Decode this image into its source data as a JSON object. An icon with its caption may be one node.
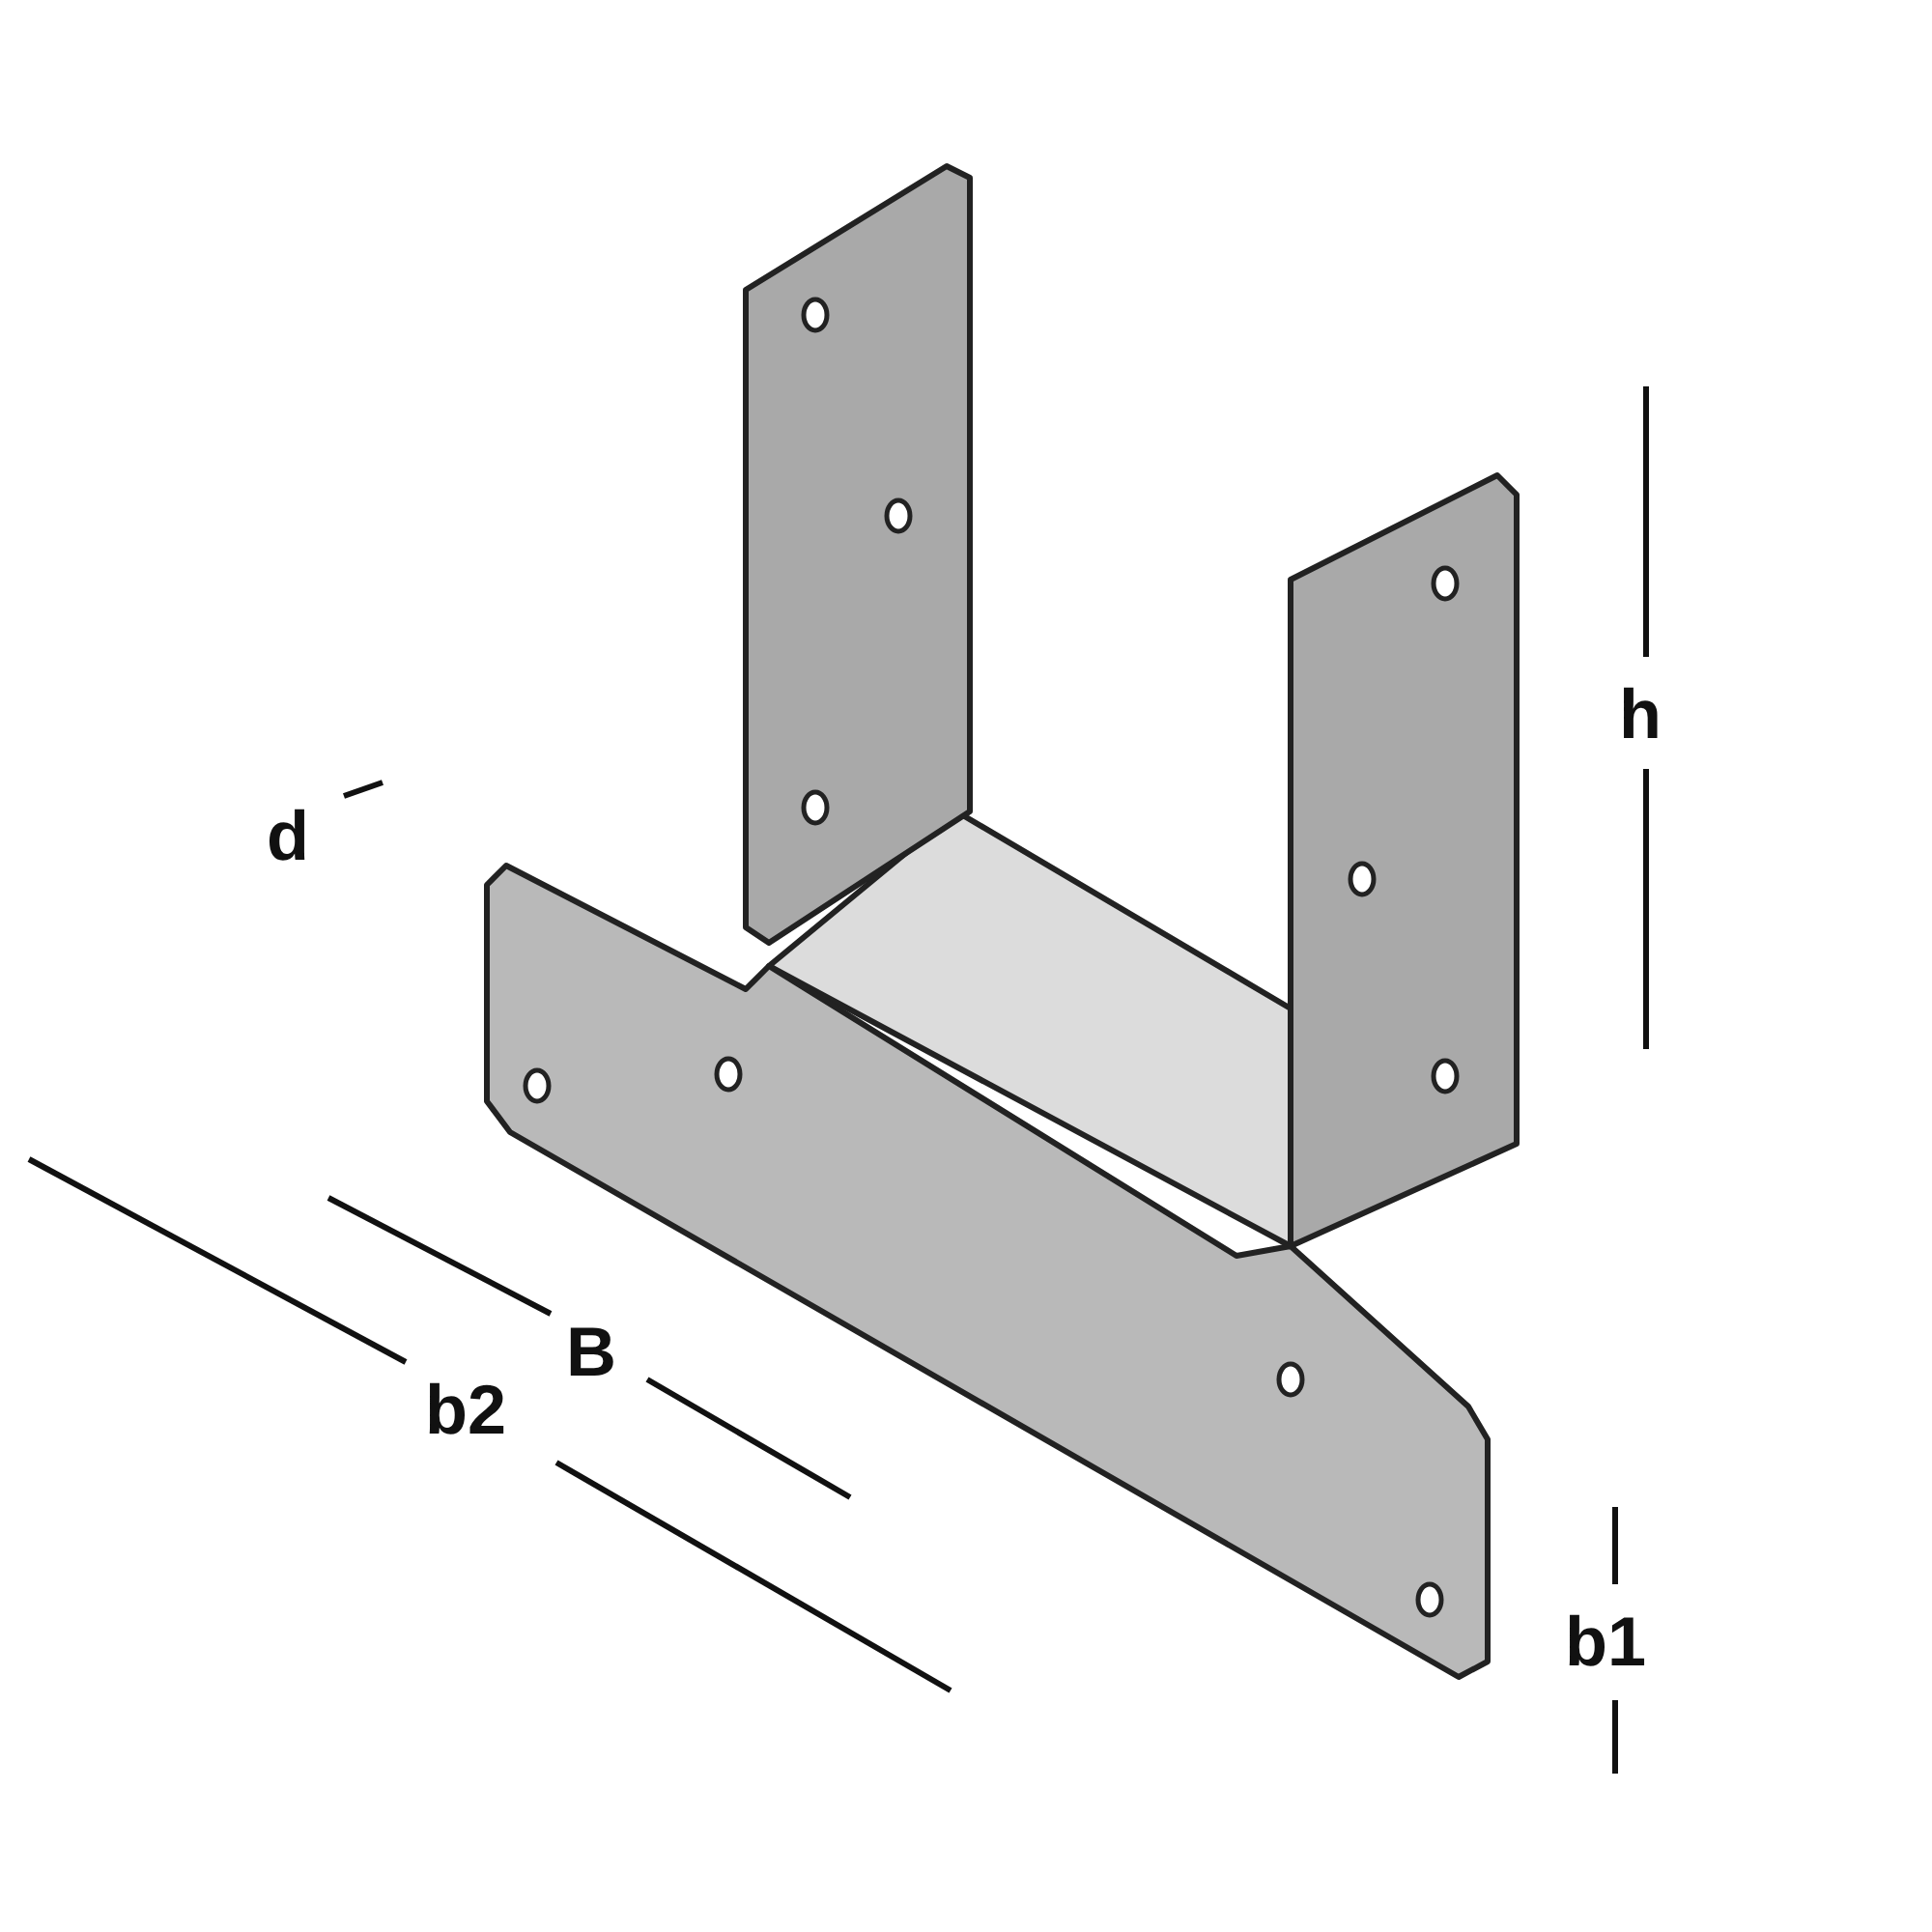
{
  "diagram": {
    "labels": [
      "h",
      "d",
      "B",
      "b2",
      "b1"
    ]
  }
}
